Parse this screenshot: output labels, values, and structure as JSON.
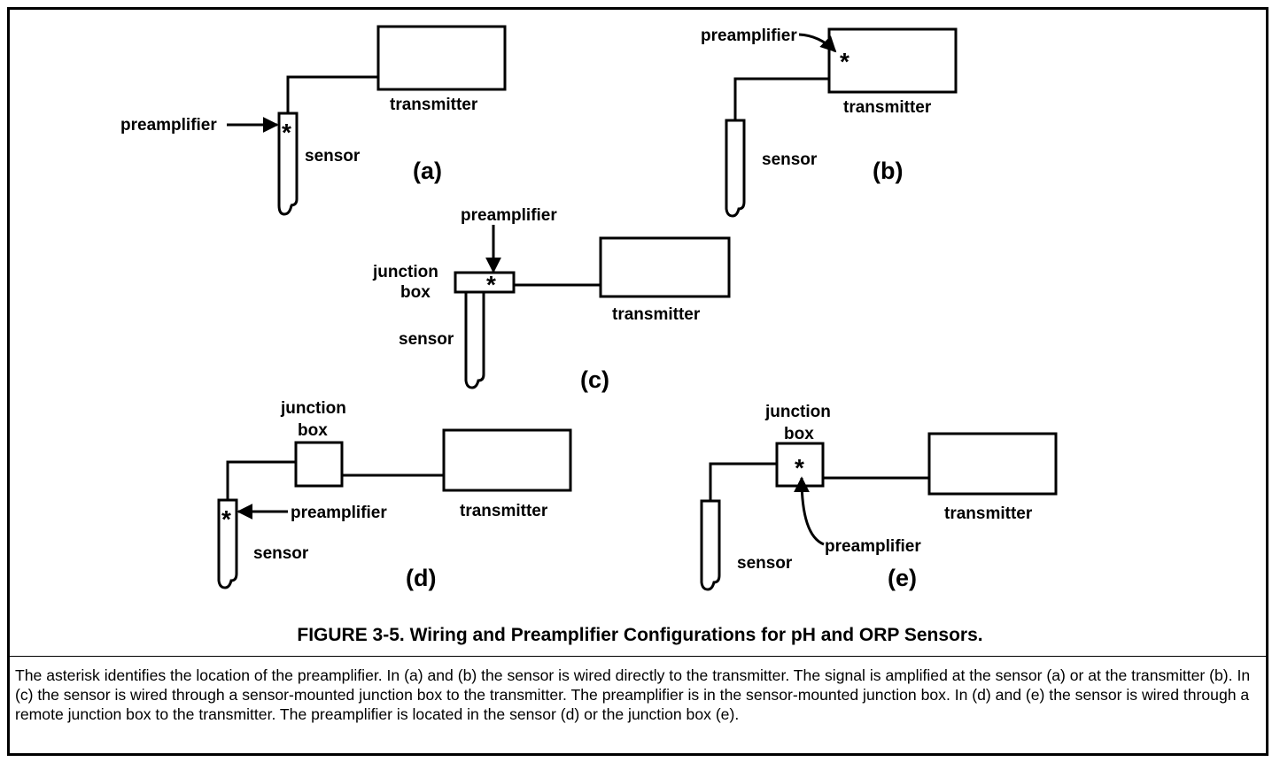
{
  "labels": {
    "transmitter": "transmitter",
    "sensor": "sensor",
    "preamplifier": "preamplifier",
    "junction": "junction",
    "box": "box",
    "asterisk": "*"
  },
  "panels": {
    "a": "(a)",
    "b": "(b)",
    "c": "(c)",
    "d": "(d)",
    "e": "(e)"
  },
  "figure_title": "FIGURE 3-5. Wiring and Preamplifier Configurations for pH and ORP Sensors.",
  "figure_description": "The asterisk identifies the location of the preamplifier. In (a) and (b) the sensor is wired directly to the transmitter. The signal is amplified at the sensor (a) or at the transmitter (b). In (c) the sensor is wired through a sensor-mounted junction box to the transmitter. The preamplifier is in the sensor-mounted junction box. In (d) and (e) the sensor is wired through a remote junction box to the transmitter. The preamplifier is located in the sensor (d) or the junction box (e)."
}
